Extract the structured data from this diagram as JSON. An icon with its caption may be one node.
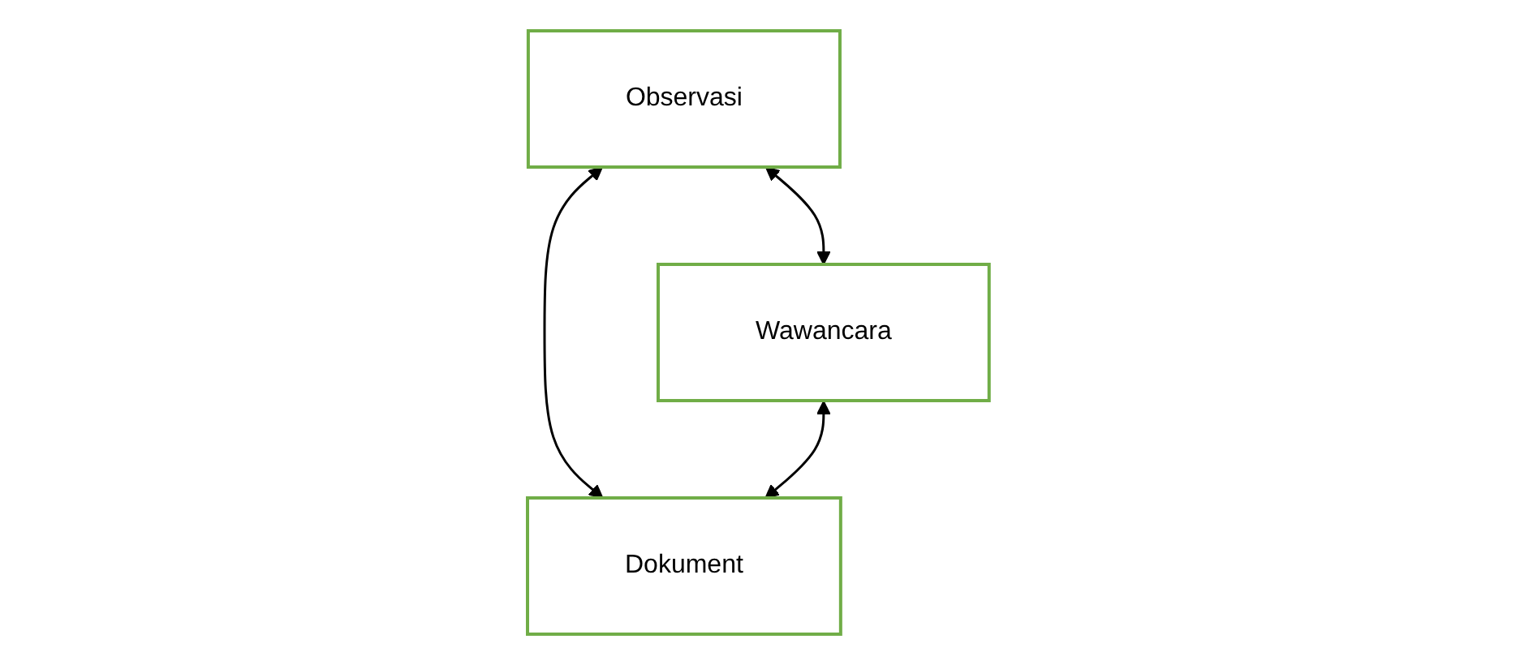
{
  "diagram": {
    "nodes": [
      {
        "text": [
          "Observasi"
        ]
      },
      {
        "text": [
          "Wawancara"
        ]
      },
      {
        "text": [
          "Dokument"
        ]
      }
    ],
    "edges": [
      {
        "from": 0,
        "to": 1,
        "arrow": "both"
      },
      {
        "from": 0,
        "to": 2,
        "arrow": "both"
      },
      {
        "from": 1,
        "to": 2,
        "arrow": "both"
      }
    ]
  }
}
